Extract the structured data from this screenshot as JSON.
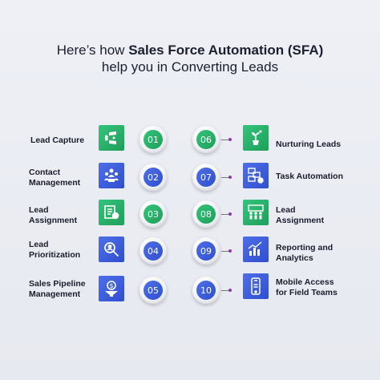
{
  "title": {
    "prefix": "Here’s how ",
    "bold": "Sales Force Automation (SFA)",
    "line2": "help you in Converting Leads"
  },
  "colors": {
    "green": "#2db36e",
    "blue": "#3a58dc",
    "connector_dot": "#8a3aa8"
  },
  "left_items": [
    {
      "number": "01",
      "label": "Lead Capture",
      "icon": "magnet-icon",
      "color": "green"
    },
    {
      "number": "02",
      "label": "Contact\nManagement",
      "icon": "team-icon",
      "color": "blue"
    },
    {
      "number": "03",
      "label": "Lead\nAssignment",
      "icon": "assignment-icon",
      "color": "green"
    },
    {
      "number": "04",
      "label": "Lead\nPrioritization",
      "icon": "search-person-icon",
      "color": "blue"
    },
    {
      "number": "05",
      "label": "Sales Pipeline\nManagement",
      "icon": "dollar-funnel-icon",
      "color": "blue"
    }
  ],
  "right_items": [
    {
      "number": "06",
      "label": "Nurturing Leads",
      "icon": "plant-icon",
      "color": "green"
    },
    {
      "number": "07",
      "label": "Task Automation",
      "icon": "task-gear-icon",
      "color": "blue"
    },
    {
      "number": "08",
      "label": "Lead\nAssignment",
      "icon": "people-board-icon",
      "color": "green"
    },
    {
      "number": "09",
      "label": "Reporting and\nAnalytics",
      "icon": "analytics-icon",
      "color": "blue"
    },
    {
      "number": "10",
      "label": "Mobile Access\nfor Field Teams",
      "icon": "mobile-icon",
      "color": "blue"
    }
  ]
}
